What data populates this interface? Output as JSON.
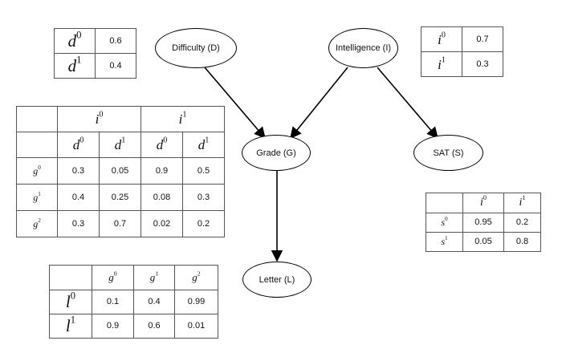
{
  "nodes": {
    "difficulty": "Difficulty (D)",
    "intelligence": "Intelligence (I)",
    "grade": "Grade (G)",
    "sat": "SAT (S)",
    "letter": "Letter (L)"
  },
  "cpt_d": {
    "rows": [
      {
        "sym": "d",
        "sup": "0",
        "p": "0.6"
      },
      {
        "sym": "d",
        "sup": "1",
        "p": "0.4"
      }
    ]
  },
  "cpt_i": {
    "rows": [
      {
        "sym": "i",
        "sup": "0",
        "p": "0.7"
      },
      {
        "sym": "i",
        "sup": "1",
        "p": "0.3"
      }
    ]
  },
  "cpt_g": {
    "top": [
      {
        "sym": "i",
        "sup": "0"
      },
      {
        "sym": "i",
        "sup": "1"
      }
    ],
    "sub": [
      {
        "sym": "d",
        "sup": "0"
      },
      {
        "sym": "d",
        "sup": "1"
      },
      {
        "sym": "d",
        "sup": "0"
      },
      {
        "sym": "d",
        "sup": "1"
      }
    ],
    "rows": [
      {
        "sym": "g",
        "sup": "0",
        "vals": [
          "0.3",
          "0.05",
          "0.9",
          "0.5"
        ]
      },
      {
        "sym": "g",
        "sup": "1",
        "vals": [
          "0.4",
          "0.25",
          "0.08",
          "0.3"
        ]
      },
      {
        "sym": "g",
        "sup": "2",
        "vals": [
          "0.3",
          "0.7",
          "0.02",
          "0.2"
        ]
      }
    ]
  },
  "cpt_s": {
    "head": [
      {
        "sym": "i",
        "sup": "0"
      },
      {
        "sym": "i",
        "sup": "1"
      }
    ],
    "rows": [
      {
        "sym": "s",
        "sup": "0",
        "vals": [
          "0.95",
          "0.2"
        ]
      },
      {
        "sym": "s",
        "sup": "1",
        "vals": [
          "0.05",
          "0.8"
        ]
      }
    ]
  },
  "cpt_l": {
    "head": [
      {
        "sym": "g",
        "sup": "0"
      },
      {
        "sym": "g",
        "sup": "1"
      },
      {
        "sym": "g",
        "sup": "2"
      }
    ],
    "rows": [
      {
        "sym": "l",
        "sup": "0",
        "vals": [
          "0.1",
          "0.4",
          "0.99"
        ]
      },
      {
        "sym": "l",
        "sup": "1",
        "vals": [
          "0.9",
          "0.6",
          "0.01"
        ]
      }
    ]
  }
}
